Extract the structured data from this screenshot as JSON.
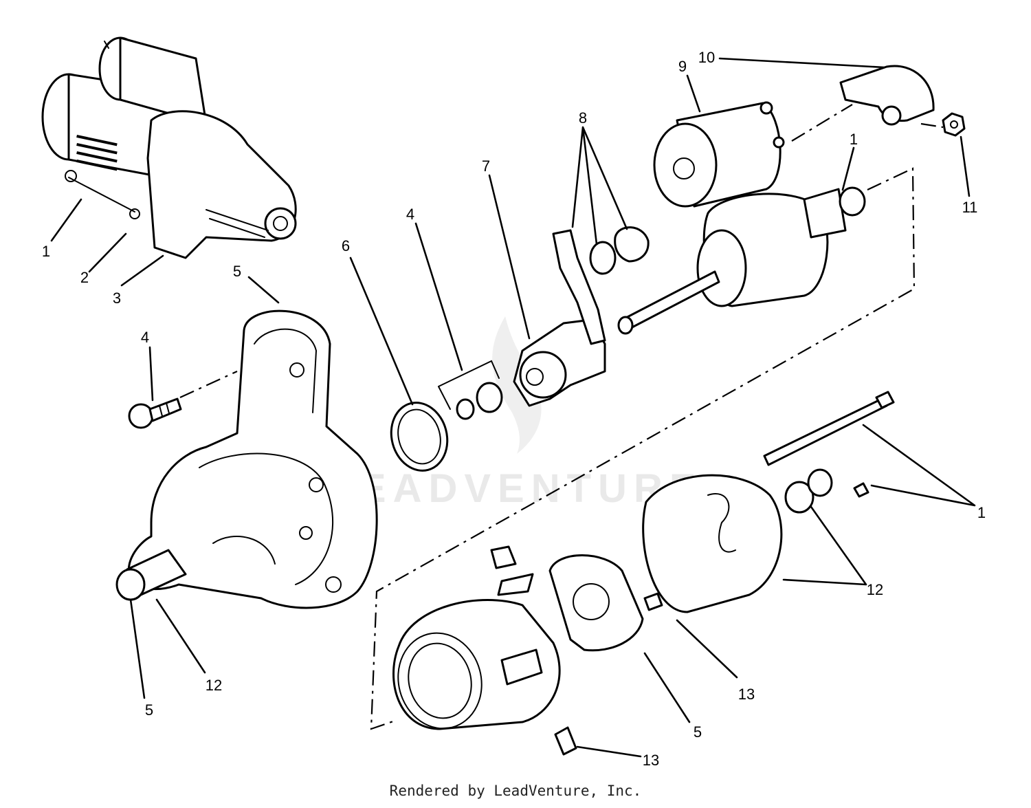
{
  "diagram": {
    "callouts": [
      {
        "id": "c1a",
        "text": "1"
      },
      {
        "id": "c2",
        "text": "2"
      },
      {
        "id": "c3",
        "text": "3"
      },
      {
        "id": "c5a",
        "text": "5"
      },
      {
        "id": "c4a",
        "text": "4"
      },
      {
        "id": "c6",
        "text": "6"
      },
      {
        "id": "c4b",
        "text": "4"
      },
      {
        "id": "c7",
        "text": "7"
      },
      {
        "id": "c8",
        "text": "8"
      },
      {
        "id": "c9",
        "text": "9"
      },
      {
        "id": "c10",
        "text": "10"
      },
      {
        "id": "c1b",
        "text": "1"
      },
      {
        "id": "c11",
        "text": "11"
      },
      {
        "id": "c1c",
        "text": "1"
      },
      {
        "id": "c12a",
        "text": "12"
      },
      {
        "id": "c12b",
        "text": "12"
      },
      {
        "id": "c5b",
        "text": "5"
      },
      {
        "id": "c13a",
        "text": "13"
      },
      {
        "id": "c5c",
        "text": "5"
      },
      {
        "id": "c13b",
        "text": "13"
      }
    ],
    "watermark": "LEADVENTURE",
    "footer": "Rendered by LeadVenture, Inc."
  }
}
